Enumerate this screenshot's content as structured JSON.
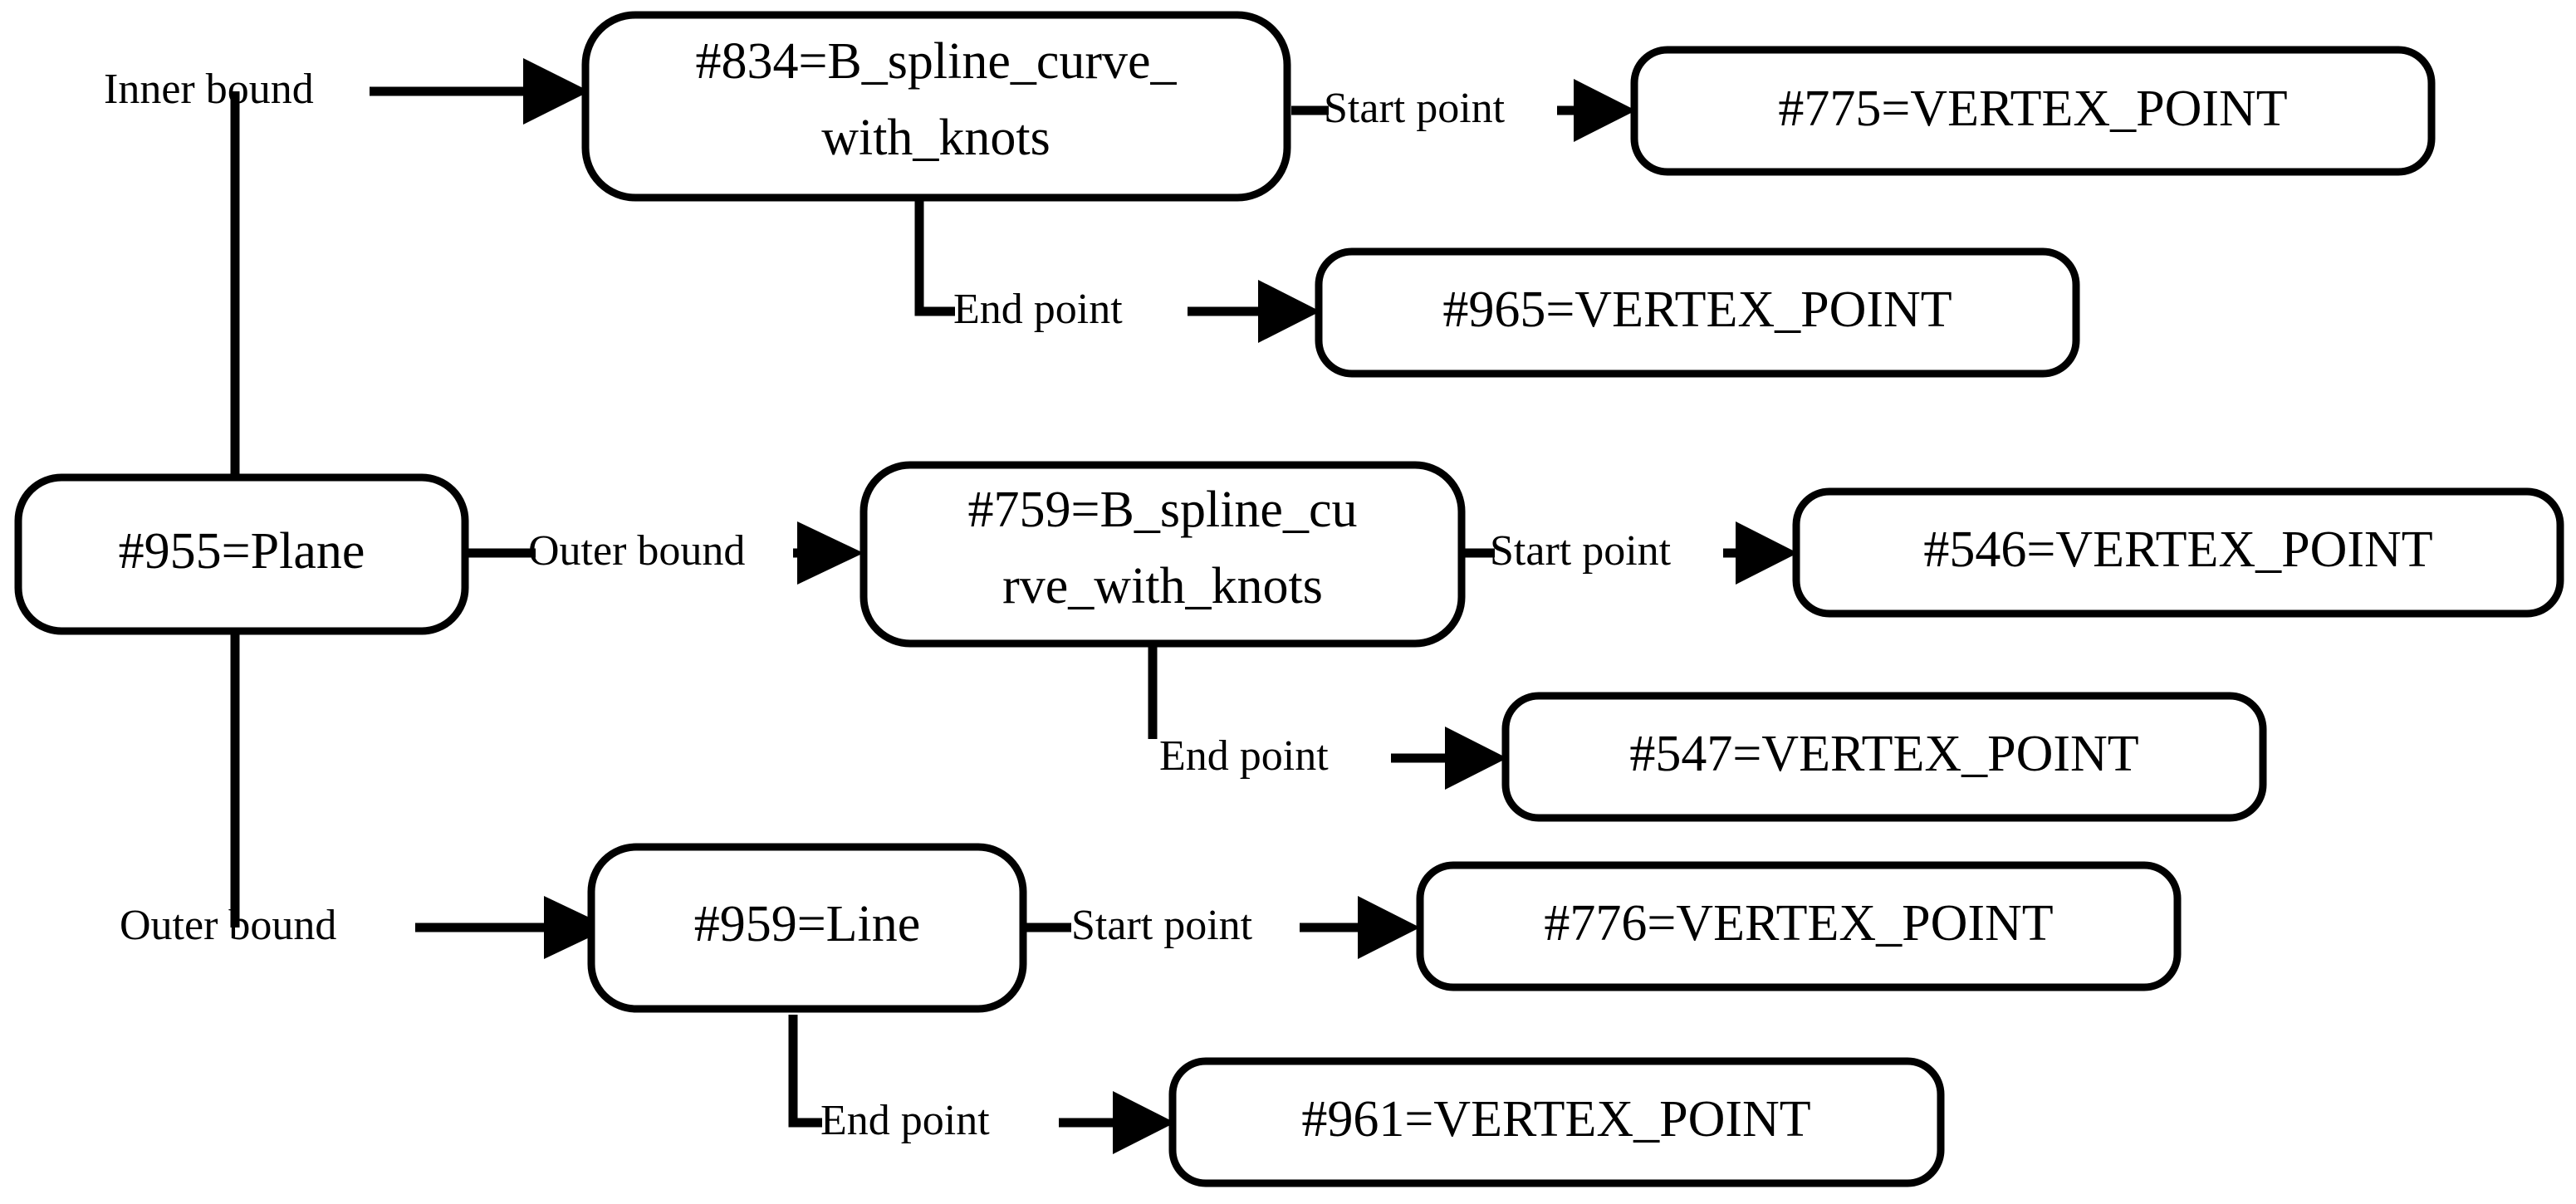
{
  "diagram": {
    "title": "STEP entity relation tree for #955=Plane",
    "background_color": "#ffffff",
    "stroke_color": "#000000",
    "type": "node-link-tree",
    "nodes": [
      {
        "id": "plane",
        "label": "#955=Plane",
        "lines": [
          "#955=Plane"
        ]
      },
      {
        "id": "bsp834",
        "label": "#834=B_spline_curve_with_knots",
        "lines": [
          "#834=B_spline_curve_",
          "with_knots"
        ]
      },
      {
        "id": "v775",
        "label": "#775=VERTEX_POINT",
        "lines": [
          "#775=VERTEX_POINT"
        ]
      },
      {
        "id": "v965",
        "label": "#965=VERTEX_POINT",
        "lines": [
          "#965=VERTEX_POINT"
        ]
      },
      {
        "id": "bsp759",
        "label": "#759=B_spline_curve_with_knots",
        "lines": [
          "#759=B_spline_cu",
          "rve_with_knots"
        ]
      },
      {
        "id": "v546",
        "label": "#546=VERTEX_POINT",
        "lines": [
          "#546=VERTEX_POINT"
        ]
      },
      {
        "id": "v547",
        "label": "#547=VERTEX_POINT",
        "lines": [
          "#547=VERTEX_POINT"
        ]
      },
      {
        "id": "line959",
        "label": "#959=Line",
        "lines": [
          "#959=Line"
        ]
      },
      {
        "id": "v776",
        "label": "#776=VERTEX_POINT",
        "lines": [
          "#776=VERTEX_POINT"
        ]
      },
      {
        "id": "v961",
        "label": "#961=VERTEX_POINT",
        "lines": [
          "#961=VERTEX_POINT"
        ]
      }
    ],
    "edges": [
      {
        "from": "plane",
        "to": "bsp834",
        "label": "Inner bound"
      },
      {
        "from": "plane",
        "to": "bsp759",
        "label": "Outer bound"
      },
      {
        "from": "plane",
        "to": "line959",
        "label": "Outer bound"
      },
      {
        "from": "bsp834",
        "to": "v775",
        "label": "Start point"
      },
      {
        "from": "bsp834",
        "to": "v965",
        "label": "End point"
      },
      {
        "from": "bsp759",
        "to": "v546",
        "label": "Start point"
      },
      {
        "from": "bsp759",
        "to": "v547",
        "label": "End point"
      },
      {
        "from": "line959",
        "to": "v776",
        "label": "Start point"
      },
      {
        "from": "line959",
        "to": "v961",
        "label": "End point"
      }
    ],
    "edge_labels": {
      "inner_bound": "Inner bound",
      "outer_bound_1": "Outer bound",
      "outer_bound_2": "Outer bound",
      "start_point_1": "Start point",
      "end_point_1": "End point",
      "start_point_2": "Start point",
      "end_point_2": "End point",
      "start_point_3": "Start point",
      "end_point_3": "End point"
    }
  }
}
